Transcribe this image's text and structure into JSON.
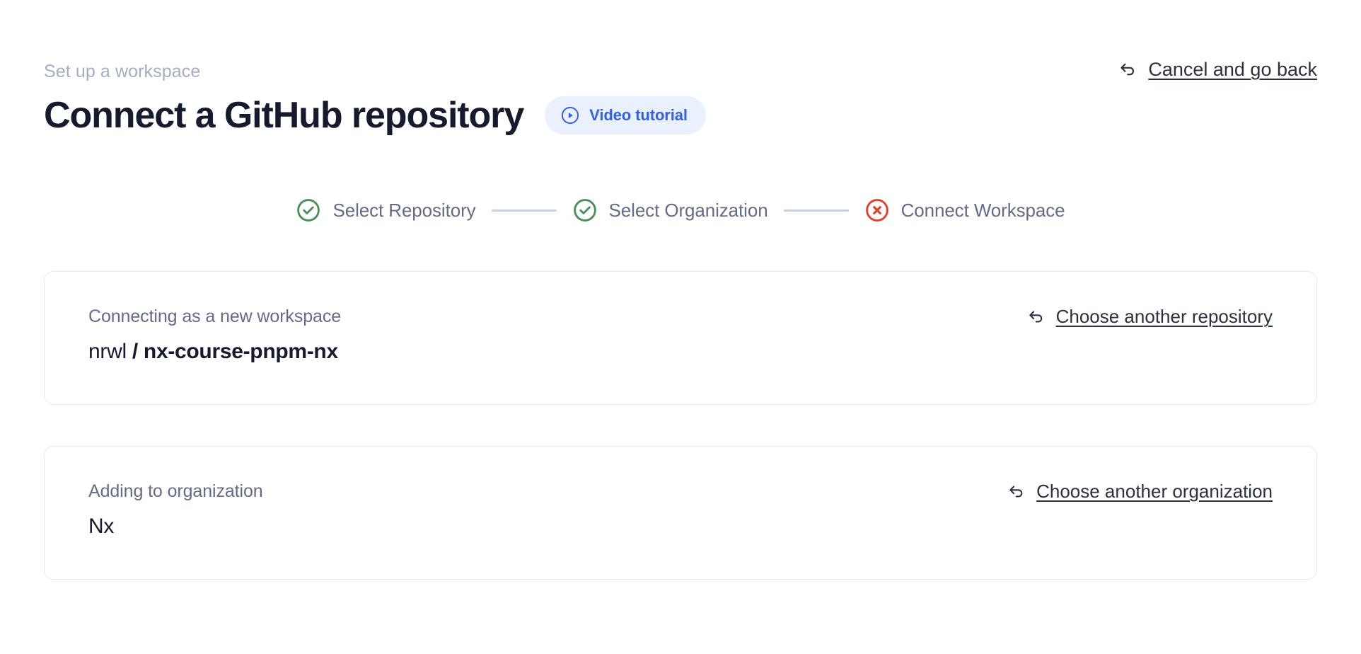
{
  "header": {
    "eyebrow": "Set up a workspace",
    "title": "Connect a GitHub repository",
    "video_badge": {
      "label": "Video tutorial",
      "icon": "play-circle-icon",
      "bg_color": "#eaf0fd",
      "text_color": "#3161e8"
    },
    "cancel_link": {
      "label": "Cancel and go back",
      "icon": "back-arrow-icon"
    }
  },
  "stepper": {
    "steps": [
      {
        "label": "Select Repository",
        "state": "complete",
        "icon": "check-circle-icon",
        "color": "#4a8f5a"
      },
      {
        "label": "Select Organization",
        "state": "complete",
        "icon": "check-circle-icon",
        "color": "#4a8f5a"
      },
      {
        "label": "Connect Workspace",
        "state": "error",
        "icon": "x-circle-icon",
        "color": "#e0402c"
      }
    ],
    "connector_color": "#c8cfe0",
    "label_color": "#646b88"
  },
  "cards": {
    "repository": {
      "caption": "Connecting as a new workspace",
      "owner": "nrwl",
      "separator": " / ",
      "repo": "nx-course-pnpm-nx",
      "action": {
        "label": "Choose another repository",
        "icon": "back-arrow-icon"
      }
    },
    "organization": {
      "caption": "Adding to organization",
      "value": "Nx",
      "action": {
        "label": "Choose another organization",
        "icon": "back-arrow-icon"
      }
    }
  },
  "theme": {
    "background": "#ffffff",
    "title_color": "#161a2e",
    "eyebrow_color": "#a4adc1",
    "muted_text": "#646b88",
    "card_border": "#e8eaf0",
    "link_color": "#2c3142"
  }
}
